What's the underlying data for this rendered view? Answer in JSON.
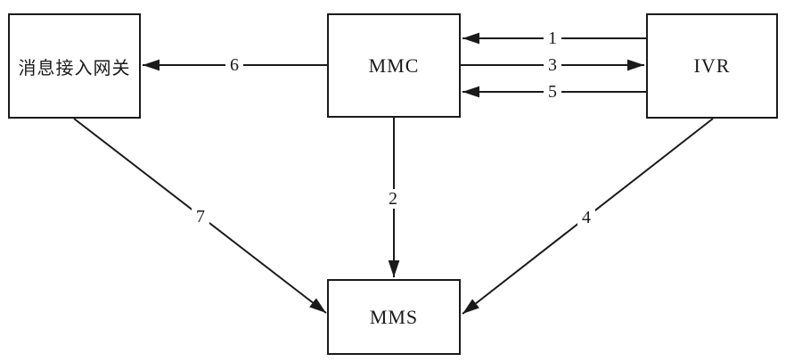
{
  "diagram": {
    "background_color": "#ffffff",
    "ink_color": "#1a1a1a",
    "nodes": {
      "gateway": {
        "label": "消息接入网关"
      },
      "mmc": {
        "label": "MMC"
      },
      "ivr": {
        "label": "IVR"
      },
      "mms": {
        "label": "MMS"
      }
    },
    "edges": {
      "e1": {
        "label": "1",
        "from": "IVR",
        "to": "MMC",
        "direction": "left"
      },
      "e2": {
        "label": "2",
        "from": "MMC",
        "to": "MMS",
        "direction": "down"
      },
      "e3": {
        "label": "3",
        "from": "MMC",
        "to": "IVR",
        "direction": "right"
      },
      "e4": {
        "label": "4",
        "from": "IVR",
        "to": "MMS",
        "direction": "down-left"
      },
      "e5": {
        "label": "5",
        "from": "IVR",
        "to": "MMC",
        "direction": "left"
      },
      "e6": {
        "label": "6",
        "from": "MMC",
        "to": "gateway",
        "direction": "left"
      },
      "e7": {
        "label": "7",
        "from": "gateway",
        "to": "MMS",
        "direction": "down-right"
      }
    }
  }
}
